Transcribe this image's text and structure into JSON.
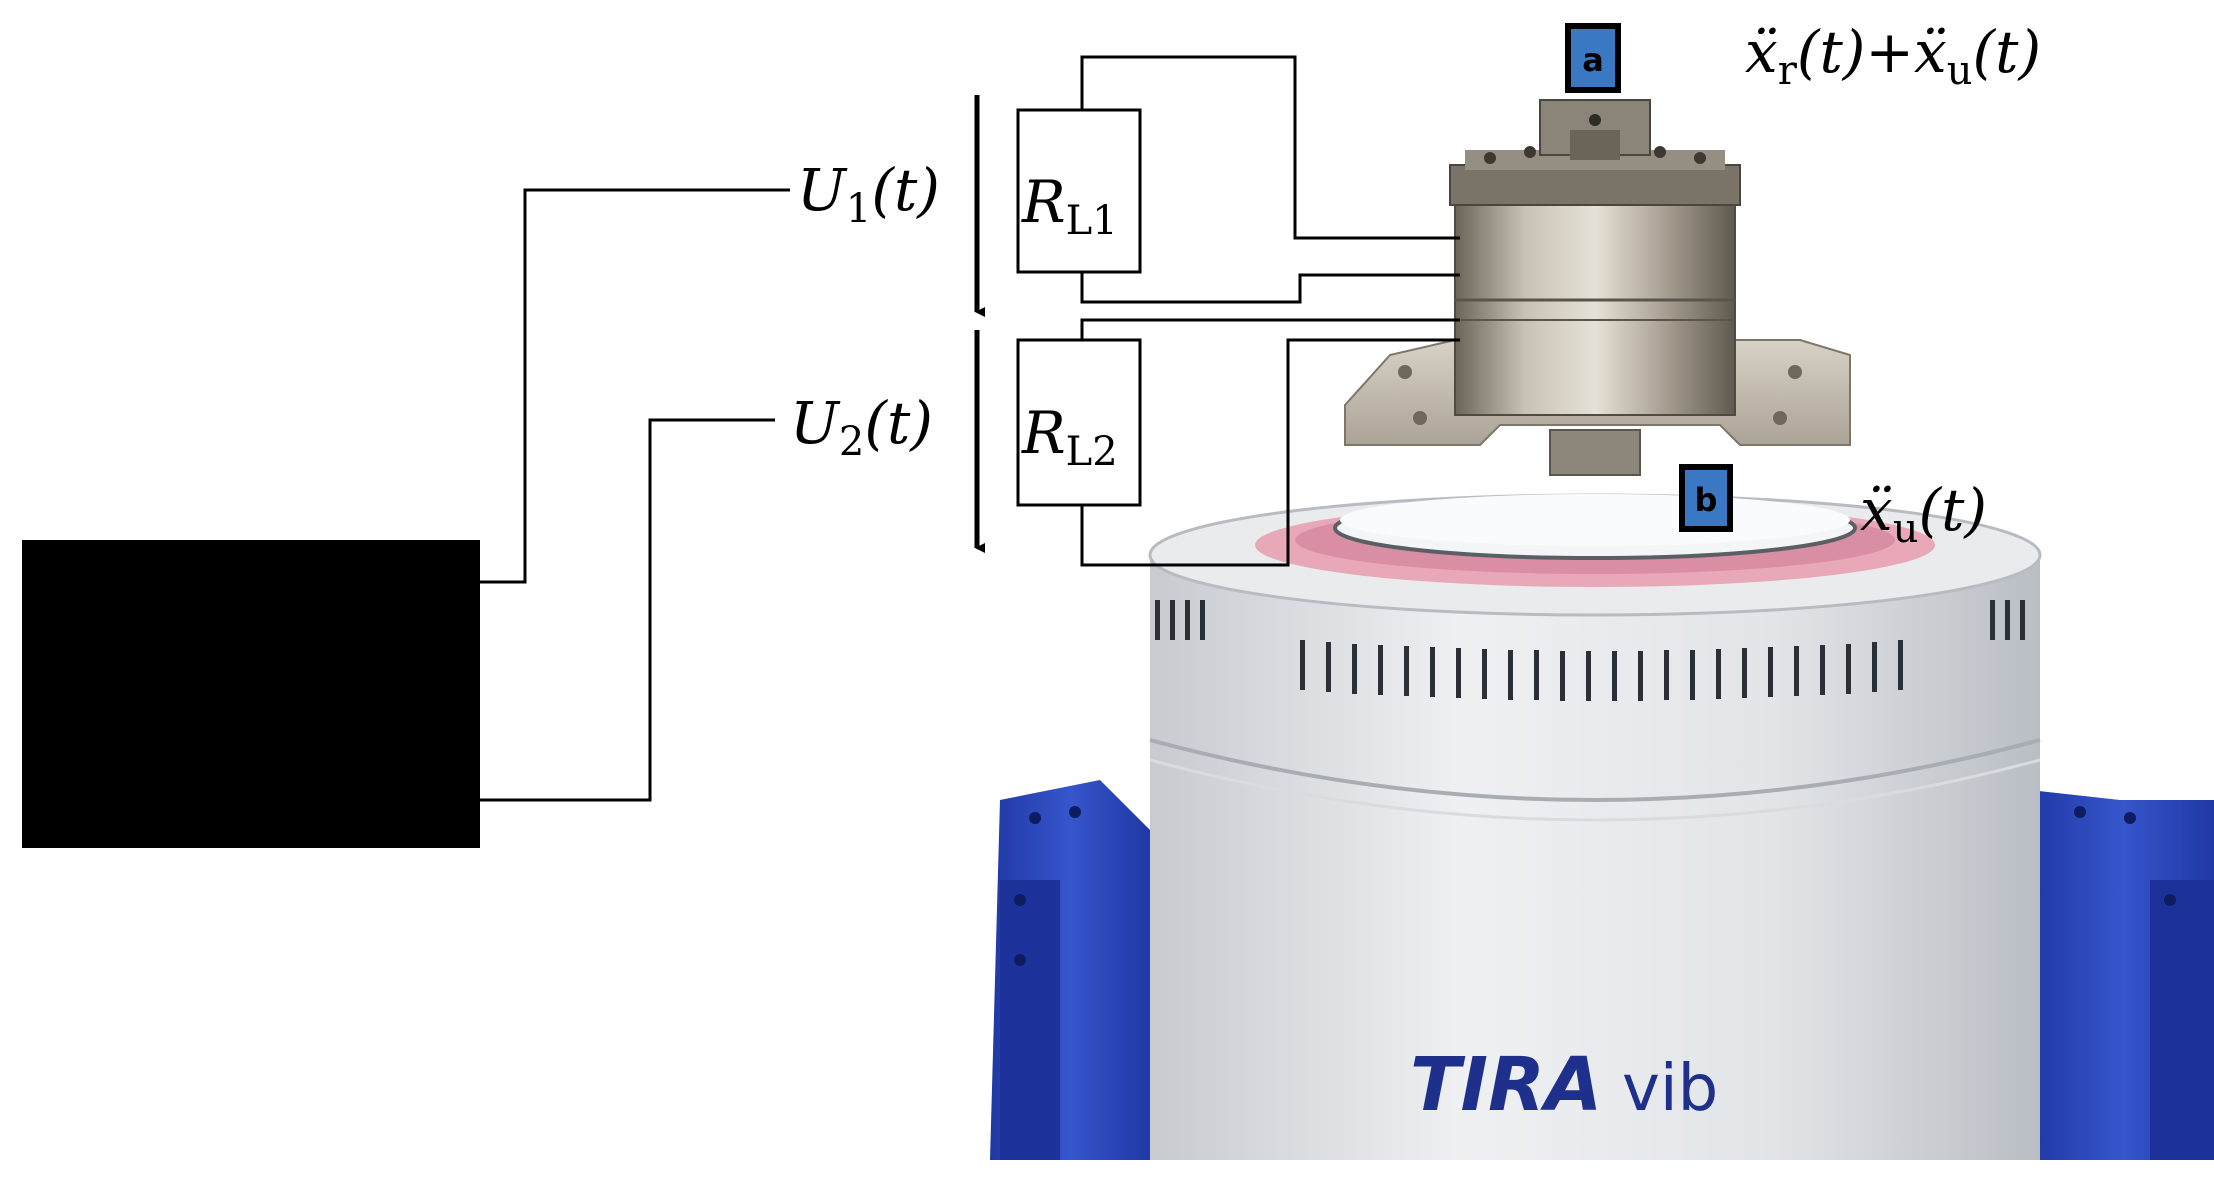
{
  "labels": {
    "u1_main": "U",
    "u1_sub": "1",
    "u1_arg": "(t)",
    "u2_main": "U",
    "u2_sub": "2",
    "u2_arg": "(t)",
    "r1_main": "R",
    "r1_sub": "L1",
    "r2_main": "R",
    "r2_sub": "L2",
    "accel_top": {
      "a1": "ẍ",
      "a1_sub": "r",
      "a1_arg": "(t)",
      "plus": "+",
      "a2": "ẍ",
      "a2_sub": "u",
      "a2_arg": "(t)"
    },
    "accel_bottom": {
      "a": "ẍ",
      "a_sub": "u",
      "a_arg": "(t)"
    }
  },
  "sensors": {
    "a": "a",
    "b": "b"
  },
  "brand": {
    "bold": "TIRA",
    "light": "vib"
  },
  "colors": {
    "sensor_fill": "#3a78c4",
    "brand_text": "#1e2f8c",
    "frame_blue": "#2a46b8",
    "shaker_body": "#e4e7ea",
    "pink_ring": "#e8a8b8"
  }
}
